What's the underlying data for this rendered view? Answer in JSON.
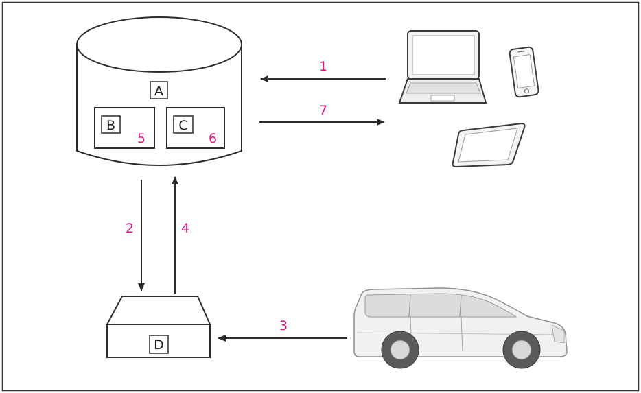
{
  "labels": {
    "a": "A",
    "b": "B",
    "c": "C",
    "d": "D"
  },
  "steps": {
    "s1": "1",
    "s2": "2",
    "s3": "3",
    "s4": "4",
    "s5": "5",
    "s6": "6",
    "s7": "7"
  },
  "colors": {
    "step_number": "#e5127d",
    "line": "#2b2b2b",
    "frame": "#333333",
    "device_fill": "#f2f2f2"
  }
}
